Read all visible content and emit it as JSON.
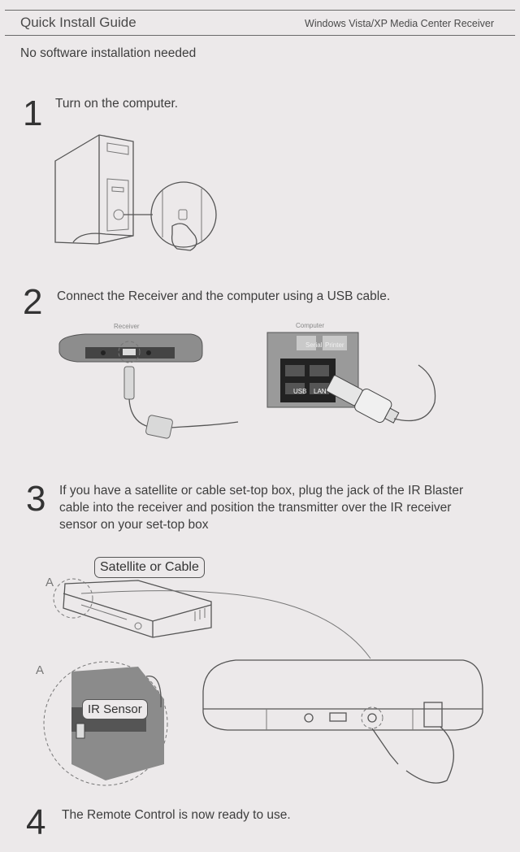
{
  "header": {
    "title": "Quick Install Guide",
    "subtitle": "Windows Vista/XP Media Center Receiver"
  },
  "intro": "No software installation needed",
  "steps": [
    {
      "number": "1",
      "text": "Turn on the computer."
    },
    {
      "number": "2",
      "text": "Connect the Receiver and the computer using a USB cable."
    },
    {
      "number": "3",
      "text": "If you have a satellite or cable set-top box, plug the jack of the IR Blaster cable into the receiver and position the transmitter over the IR receiver sensor on your set-top box"
    },
    {
      "number": "4",
      "text": "The Remote Control is now ready to use."
    }
  ],
  "labels": {
    "receiver": "Receiver",
    "computer": "Computer",
    "usb": "USB",
    "lan": "LAN",
    "printer": "Printer",
    "serial": "Serial",
    "satellite_or_cable": "Satellite or Cable",
    "ir_sensor": "IR Sensor",
    "point_a": "A",
    "zoom_a": "A"
  }
}
